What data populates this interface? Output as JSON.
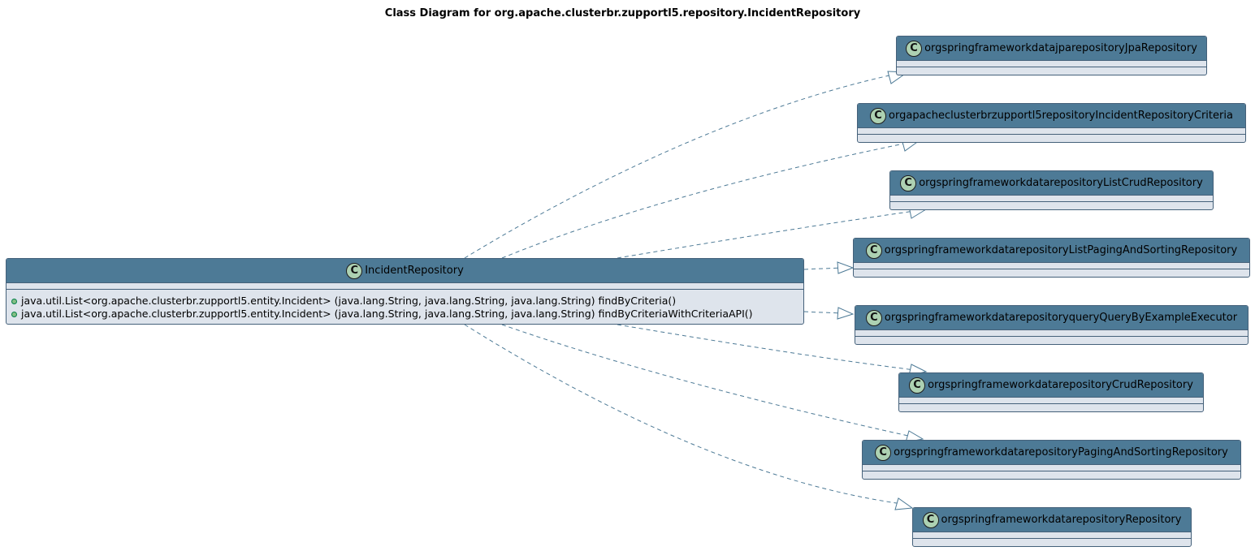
{
  "title": "Class Diagram for org.apache.clusterbr.zupportl5.repository.IncidentRepository",
  "main_class": {
    "stereotype": "C",
    "name": "IncidentRepository",
    "methods": [
      "java.util.List<org.apache.clusterbr.zupportl5.entity.Incident> (java.lang.String, java.lang.String, java.lang.String) findByCriteria()",
      "java.util.List<org.apache.clusterbr.zupportl5.entity.Incident> (java.lang.String, java.lang.String, java.lang.String) findByCriteriaWithCriteriaAPI()"
    ]
  },
  "parents": [
    {
      "stereotype": "C",
      "name": "orgspringframeworkdatajparepositoryJpaRepository"
    },
    {
      "stereotype": "C",
      "name": "orgapacheclusterbrzupportl5repositoryIncidentRepositoryCriteria"
    },
    {
      "stereotype": "C",
      "name": "orgspringframeworkdatarepositoryListCrudRepository"
    },
    {
      "stereotype": "C",
      "name": "orgspringframeworkdatarepositoryListPagingAndSortingRepository"
    },
    {
      "stereotype": "C",
      "name": "orgspringframeworkdatarepositoryqueryQueryByExampleExecutor"
    },
    {
      "stereotype": "C",
      "name": "orgspringframeworkdatarepositoryCrudRepository"
    },
    {
      "stereotype": "C",
      "name": "orgspringframeworkdatarepositoryPagingAndSortingRepository"
    },
    {
      "stereotype": "C",
      "name": "orgspringframeworkdatarepositoryRepository"
    }
  ],
  "relation": "implements",
  "colors": {
    "header": "#4d7a96",
    "body": "#dee4ec",
    "border": "#45617a",
    "circle": "#add1b2",
    "edge": "#4d7a96"
  }
}
